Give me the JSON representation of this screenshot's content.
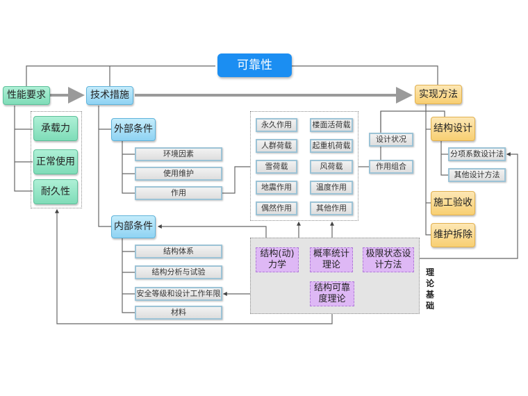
{
  "title": "可靠性",
  "performance": {
    "label": "性能要求",
    "items": [
      "承载力",
      "正常使用",
      "耐久性"
    ]
  },
  "measures": {
    "label": "技术措施",
    "external": {
      "label": "外部条件",
      "items": [
        "环境因素",
        "使用维护",
        "作用"
      ]
    },
    "internal": {
      "label": "内部条件",
      "items": [
        "结构体系",
        "结构分析与试验",
        "安全等级和设计工作年限",
        "材料"
      ]
    }
  },
  "actions": {
    "items": [
      "永久作用",
      "楼面活荷载",
      "人群荷载",
      "起重机荷载",
      "雪荷载",
      "风荷载",
      "地震作用",
      "温度作用",
      "偶然作用",
      "其他作用"
    ]
  },
  "design_state": "设计状况",
  "action_combo": "作用组合",
  "methods": {
    "label": "实现方法",
    "structural_design": "结构设计",
    "design_methods": [
      "分项系数设计法",
      "其他设计方法"
    ],
    "construction": "施工验收",
    "maintenance": "维护拆除"
  },
  "theory": {
    "label": "理论基础",
    "items": [
      "结构(动)力学",
      "概率统计理论",
      "极限状态设计方法",
      "结构可靠度理论"
    ]
  },
  "colors": {
    "title_blue": "#1b8ef2",
    "green": "#8fe3c3",
    "blue": "#a6dcf6",
    "orange": "#fad98a",
    "purple": "#deb8f5",
    "gray": "#e6e6e6"
  }
}
